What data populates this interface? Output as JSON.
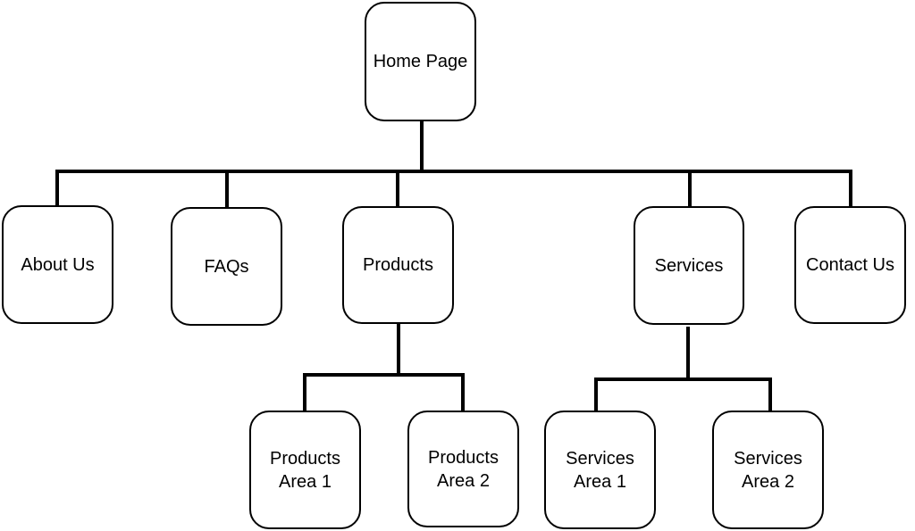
{
  "diagram": {
    "root": {
      "label": "Home Page"
    },
    "level1": [
      {
        "label": "About Us"
      },
      {
        "label": "FAQs"
      },
      {
        "label": "Products"
      },
      {
        "label": "Services"
      },
      {
        "label": "Contact Us"
      }
    ],
    "products_children": [
      {
        "label": "Products\nArea 1"
      },
      {
        "label": "Products\nArea 2"
      }
    ],
    "services_children": [
      {
        "label": "Services\nArea 1"
      },
      {
        "label": "Services\nArea 2"
      }
    ]
  },
  "colors": {
    "line": "#000000",
    "box_border": "#000000",
    "box_fill": "#ffffff"
  }
}
